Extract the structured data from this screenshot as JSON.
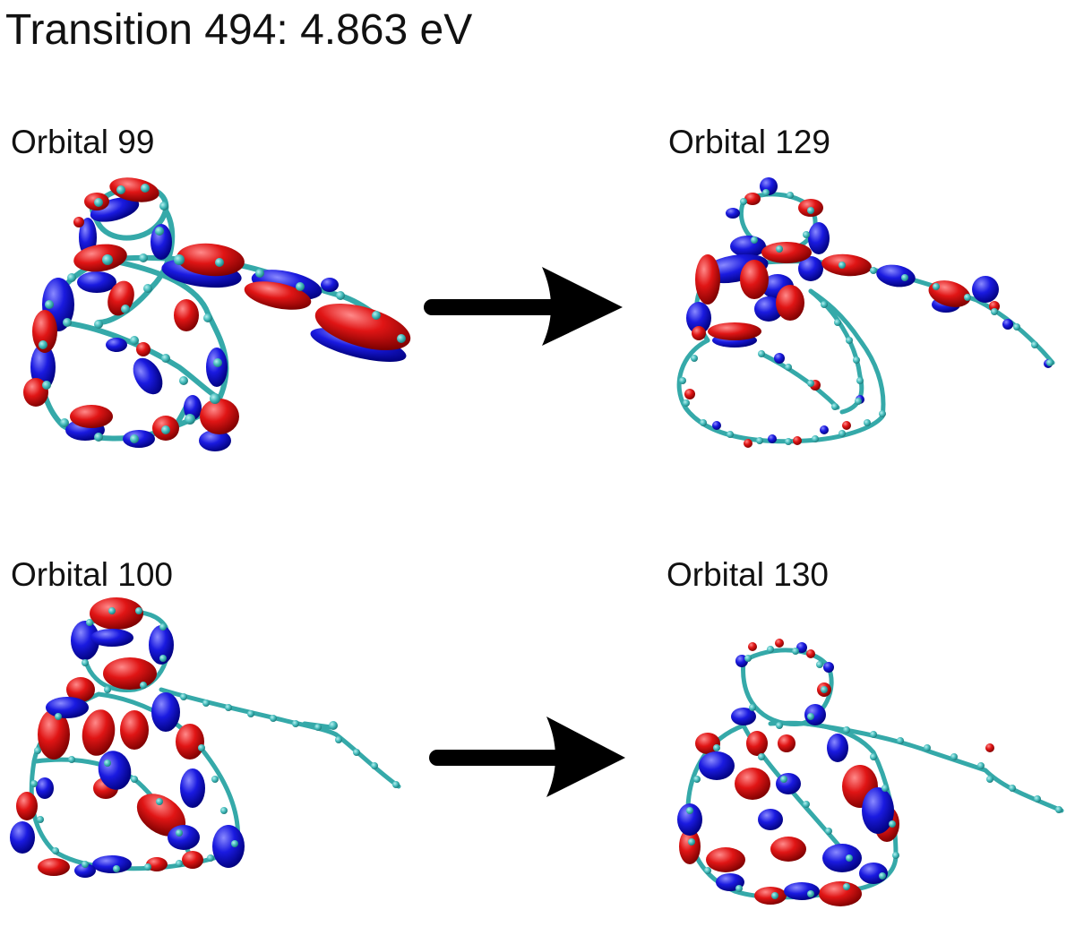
{
  "title": "Transition 494: 4.863 eV",
  "panels": [
    {
      "label": "Orbital 99"
    },
    {
      "label": "Orbital 129"
    },
    {
      "label": "Orbital 100"
    },
    {
      "label": "Orbital 130"
    }
  ],
  "colors": {
    "atom": "#3fb8b8",
    "bond": "#35a9a9",
    "lobe_positive": "#e01515",
    "lobe_negative": "#1a1ae0",
    "arrow": "#000000"
  },
  "icons": [
    "molecule-ball-and-stick",
    "orbital-lobes",
    "right-arrow"
  ]
}
